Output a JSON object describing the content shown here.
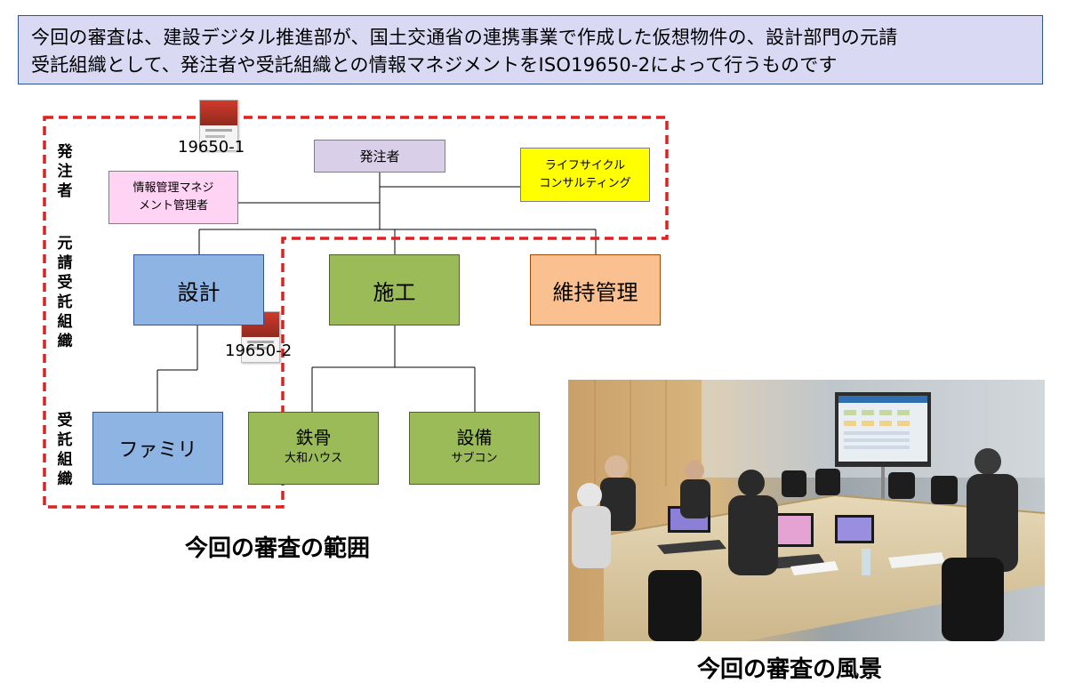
{
  "banner": {
    "line1": "今回の審査は、建設デジタル推進部が、国土交通省の連携事業で作成した仮想物件の、設計部門の元請",
    "line2": "受託組織として、発注者や受託組織との情報マネジメントをISO19650-2によって行うものです"
  },
  "side_labels": {
    "orderer": "発注者",
    "prime": "元請受託組織",
    "sub": "受託組織"
  },
  "standards": {
    "doc1": "19650-1",
    "doc2": "19650-2"
  },
  "boxes": {
    "orderer": "発注者",
    "info_manager": [
      "情報管理マネジ",
      "メント管理者"
    ],
    "lifecycle": [
      "ライフサイクル",
      "コンサルティング"
    ],
    "design": "設計",
    "construction": "施工",
    "maintenance": "維持管理",
    "family": "ファミリ",
    "steel": "鉄骨",
    "steel_sub": "大和ハウス",
    "equipment": "設備",
    "equipment_sub": "サブコン"
  },
  "captions": {
    "scope": "今回の審査の範囲",
    "scene": "今回の審査の風景"
  },
  "colors": {
    "banner_bg": "#d9d9f3",
    "banner_border": "#2f5597",
    "orderer_box": "#d9cfe8",
    "info_manager_box": "#ffd3f4",
    "lifecycle_box": "#ffff00",
    "design_box": "#8db4e2",
    "construction_box": "#9bbb59",
    "maintenance_box": "#fac090",
    "family_box": "#8db4e2",
    "subcontractor_box": "#9bbb59",
    "scope_line": "#e0201e"
  }
}
